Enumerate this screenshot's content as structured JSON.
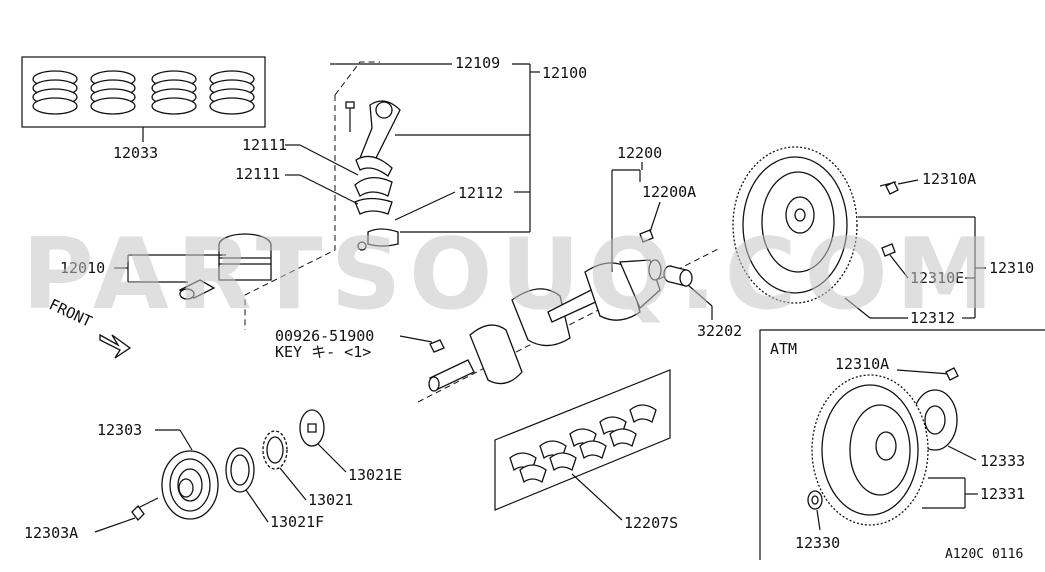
{
  "watermark": "PARTSOUQ.COM",
  "labels": {
    "p12033": "12033",
    "p12109": "12109",
    "p12100": "12100",
    "p12111a": "12111",
    "p12111b": "12111",
    "p12112": "12112",
    "p12010": "12010",
    "p12200": "12200",
    "p12200A": "12200A",
    "p12310A": "12310A",
    "p12310E": "12310E",
    "p12310": "12310",
    "p12312": "12312",
    "p32202": "32202",
    "key_part": "00926-51900",
    "key_desc": "KEY キ- <1>",
    "front": "FRONT",
    "p12303": "12303",
    "p12303A": "12303A",
    "p13021E": "13021E",
    "p13021": "13021",
    "p13021F": "13021F",
    "p12207S": "12207S",
    "atm": "ATM",
    "atm_12310A": "12310A",
    "p12333": "12333",
    "p12331": "12331",
    "p12330": "12330",
    "figure_code": "A120C 0116"
  },
  "colors": {
    "line": "#111111",
    "watermark": "#c4c4c4",
    "background": "#ffffff"
  }
}
